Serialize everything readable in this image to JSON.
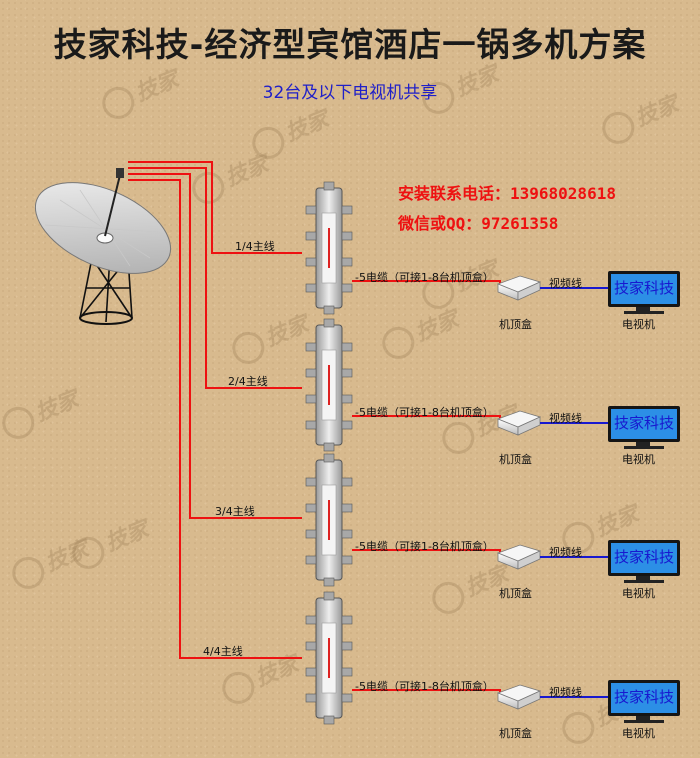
{
  "title": "技家科技-经济型宾馆酒店一锅多机方案",
  "subtitle": "32台及以下电视机共享",
  "contact": {
    "phone_line": "安装联系电话：13968028618",
    "wechat_line": "微信或QQ：97261358"
  },
  "watermark_text": "技家",
  "branches": [
    {
      "trunk_label": "1/4主线",
      "cable_label": "-5电缆（可接1-8台机顶盒）",
      "video_label": "视频线",
      "stb_label": "机顶盒",
      "tv_label": "电视机",
      "tv_screen_text": "技家科技"
    },
    {
      "trunk_label": "2/4主线",
      "cable_label": "-5电缆（可接1-8台机顶盒）",
      "video_label": "视频线",
      "stb_label": "机顶盒",
      "tv_label": "电视机",
      "tv_screen_text": "技家科技"
    },
    {
      "trunk_label": "3/4主线",
      "cable_label": "-5电缆（可接1-8台机顶盒）",
      "video_label": "视频线",
      "stb_label": "机顶盒",
      "tv_label": "电视机",
      "tv_screen_text": "技家科技"
    },
    {
      "trunk_label": "4/4主线",
      "cable_label": "-5电缆（可接1-8台机顶盒）",
      "video_label": "视频线",
      "stb_label": "机顶盒",
      "tv_label": "电视机",
      "tv_screen_text": "技家科技"
    }
  ],
  "colors": {
    "cable_red": "#ee1111",
    "video_blue": "#1818d0",
    "screen_blue": "#2c8fe6"
  }
}
